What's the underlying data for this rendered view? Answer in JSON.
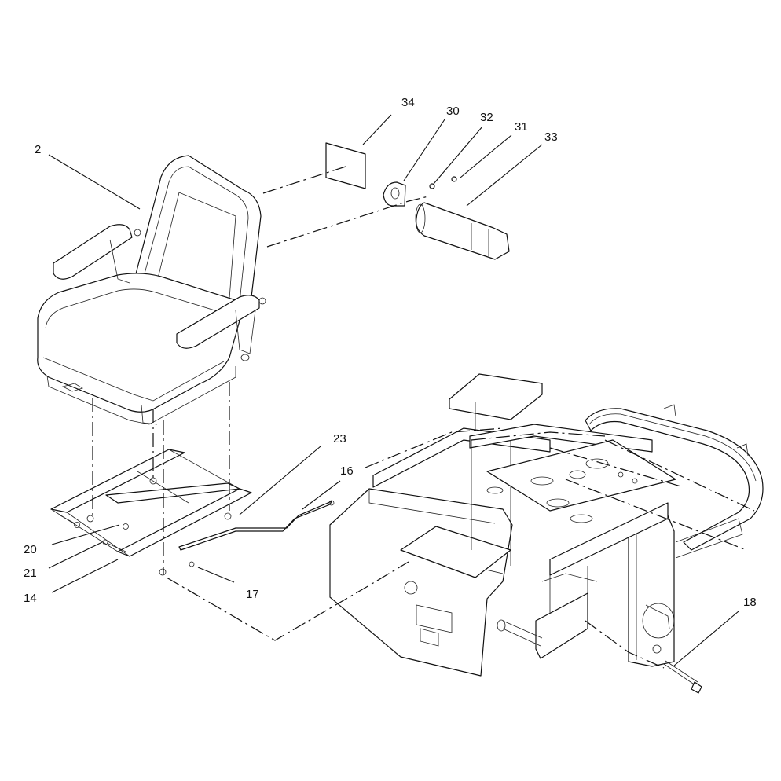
{
  "callouts": {
    "c2": "2",
    "c34": "34",
    "c30": "30",
    "c32": "32",
    "c31": "31",
    "c33": "33",
    "c23": "23",
    "c16": "16",
    "c20": "20",
    "c21": "21",
    "c14": "14",
    "c17": "17",
    "c18": "18"
  },
  "colors": {
    "line": "#111111",
    "background": "#ffffff"
  }
}
